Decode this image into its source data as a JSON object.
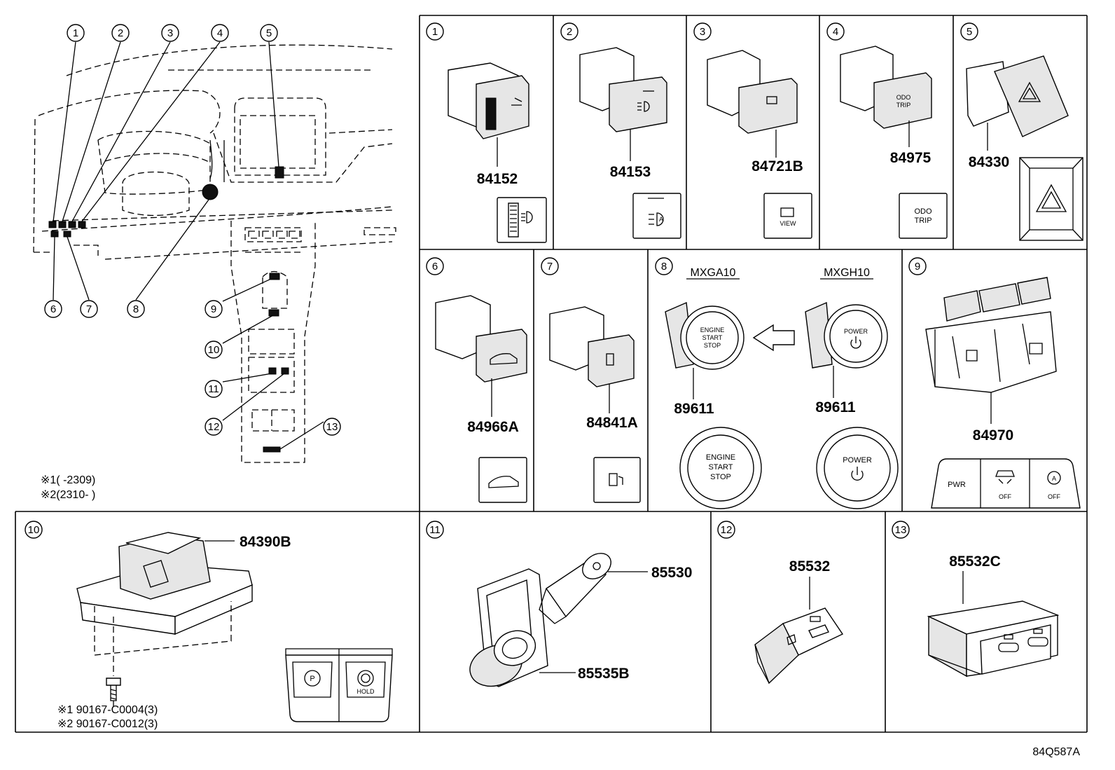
{
  "diagram": {
    "ref_code": "84Q587A",
    "notes": {
      "note1": "※1(        -2309)",
      "note2": "※2(2310-        )"
    },
    "callouts": [
      "1",
      "2",
      "3",
      "4",
      "5",
      "6",
      "7",
      "8",
      "9",
      "10",
      "11",
      "12",
      "13"
    ],
    "panels": {
      "p1": {
        "num": "1",
        "part": "84152"
      },
      "p2": {
        "num": "2",
        "part": "84153"
      },
      "p3": {
        "num": "3",
        "part": "84721B",
        "icon_label": "VIEW"
      },
      "p4": {
        "num": "4",
        "part": "84975",
        "icon_label_1": "ODO",
        "icon_label_2": "TRIP"
      },
      "p5": {
        "num": "5",
        "part": "84330"
      },
      "p6": {
        "num": "6",
        "part": "84966A"
      },
      "p7": {
        "num": "7",
        "part": "84841A"
      },
      "p8": {
        "num": "8",
        "left_model": "MXGA10",
        "right_model": "MXGH10",
        "left_part": "89611",
        "right_part": "89611",
        "engine_l1": "ENGINE",
        "engine_l2": "START",
        "engine_l3": "STOP",
        "power_label": "POWER"
      },
      "p9": {
        "num": "9",
        "part": "84970",
        "pwr_label": "PWR",
        "off_label": "OFF"
      },
      "p10": {
        "num": "10",
        "part": "84390B",
        "screw1": "※1 90167-C0004(3)",
        "screw2": "※2 90167-C0012(3)",
        "hold_label": "HOLD",
        "p_label": "P"
      },
      "p11": {
        "num": "11",
        "part_a": "85530",
        "part_b": "85535B"
      },
      "p12": {
        "num": "12",
        "part": "85532"
      },
      "p13": {
        "num": "13",
        "part": "85532C"
      }
    }
  }
}
